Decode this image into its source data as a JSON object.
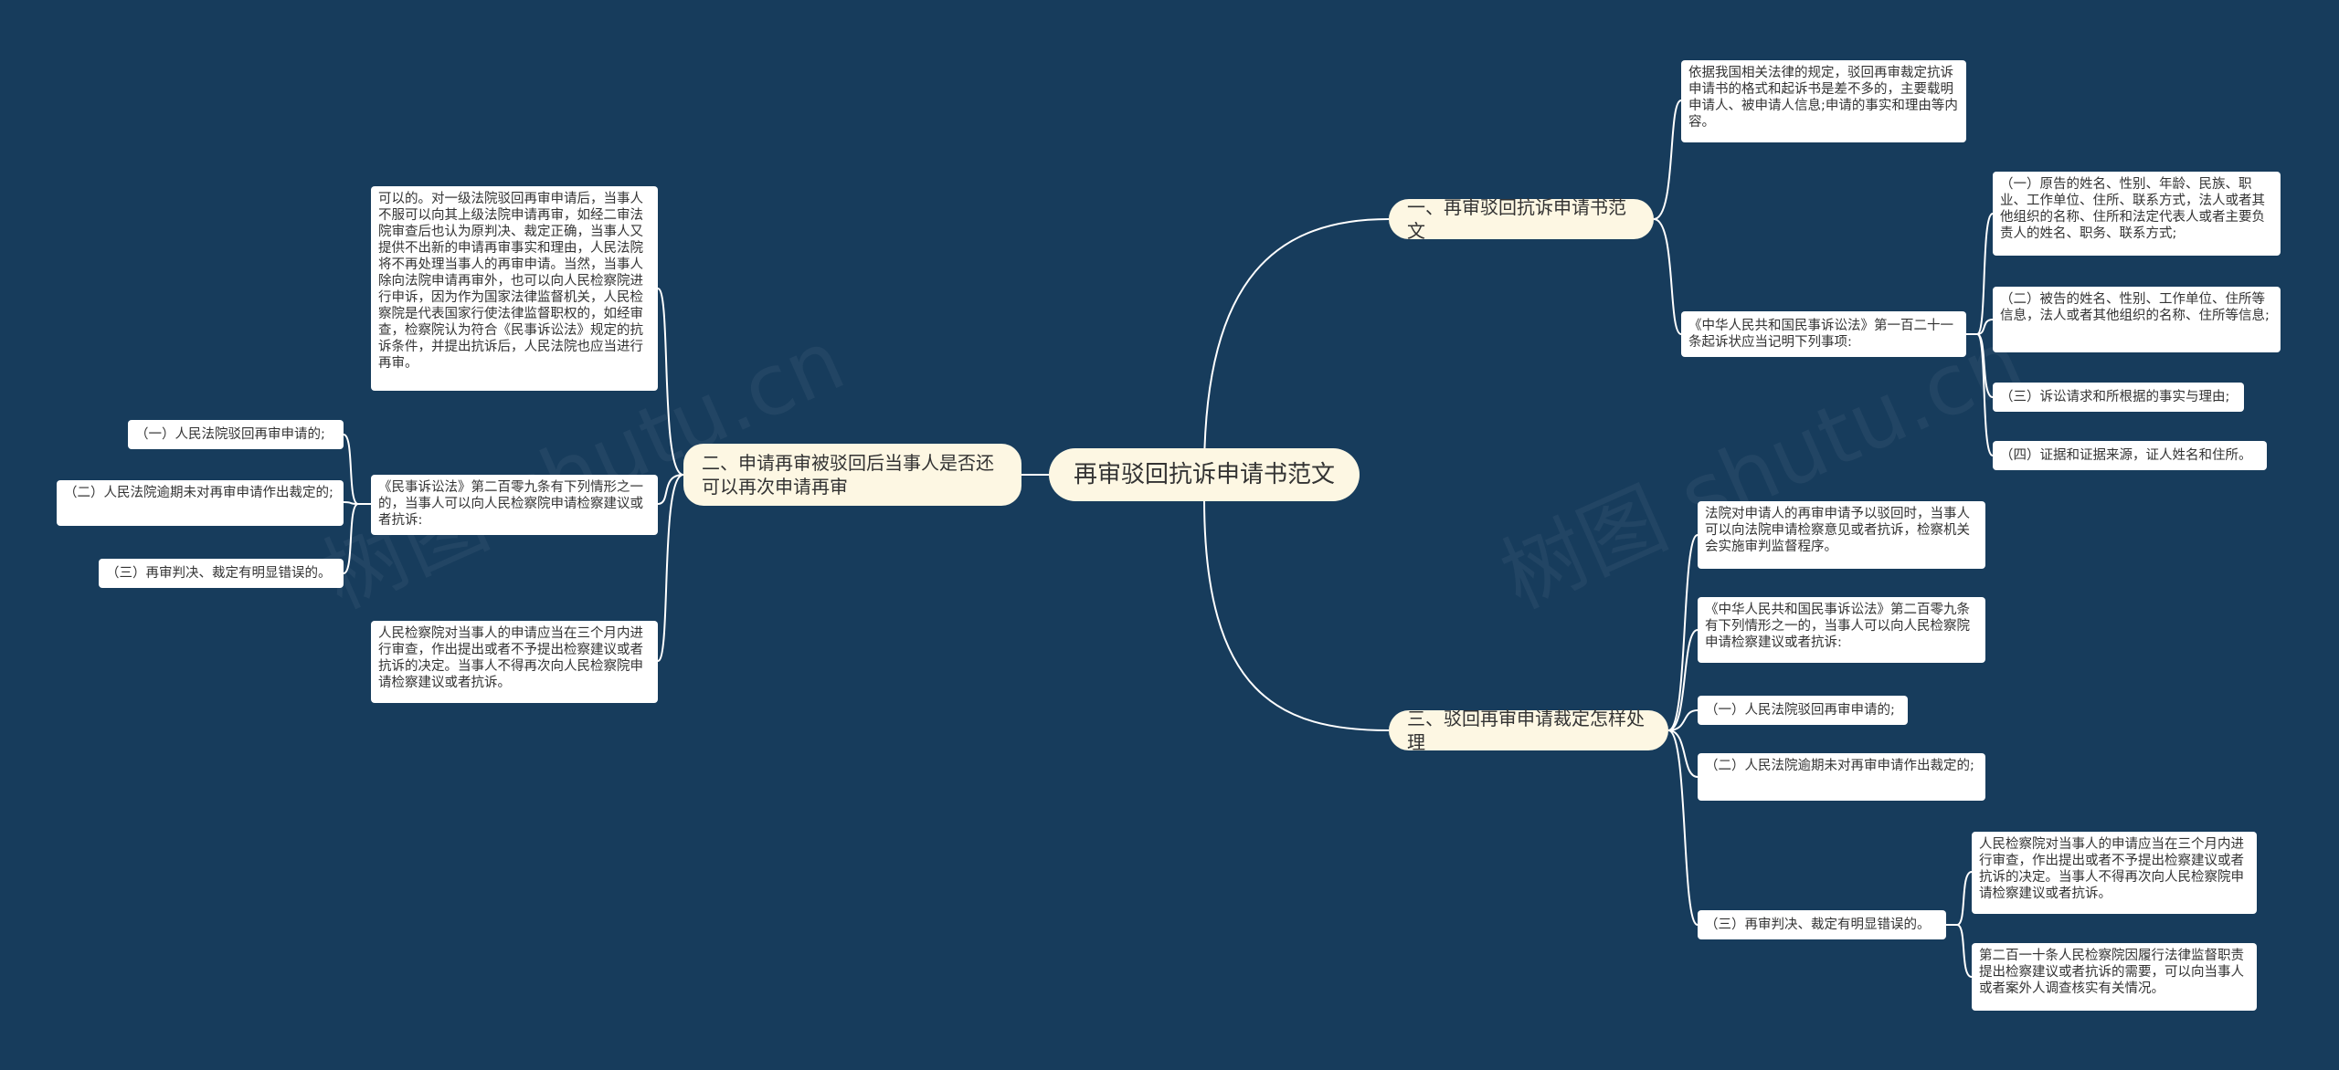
{
  "root": {
    "label": "再审驳回抗诉申请书范文"
  },
  "branch1": {
    "label": "一、再审驳回抗诉申请书范文",
    "intro": "依据我国相关法律的规定，驳回再审裁定抗诉申请书的格式和起诉书是差不多的，主要载明申请人、被申请人信息;申请的事实和理由等内容。",
    "law": "《中华人民共和国民事诉讼法》第一百二十一条起诉状应当记明下列事项:",
    "items": [
      "（一）原告的姓名、性别、年龄、民族、职业、工作单位、住所、联系方式，法人或者其他组织的名称、住所和法定代表人或者主要负责人的姓名、职务、联系方式;",
      "（二）被告的姓名、性别、工作单位、住所等信息，法人或者其他组织的名称、住所等信息;",
      "（三）诉讼请求和所根据的事实与理由;",
      "（四）证据和证据来源，证人姓名和住所。"
    ]
  },
  "branch2": {
    "label": "二、申请再审被驳回后当事人是否还可以再次申请再审",
    "p1": "可以的。对一级法院驳回再审申请后，当事人不服可以向其上级法院申请再审，如经二审法院审查后也认为原判决、裁定正确，当事人又提供不出新的申请再审事实和理由，人民法院将不再处理当事人的再审申请。当然，当事人除向法院申请再审外，也可以向人民检察院进行申诉，因为作为国家法律监督机关，人民检察院是代表国家行使法律监督职权的，如经审查，检察院认为符合《民事诉讼法》规定的抗诉条件，并提出抗诉后，人民法院也应当进行再审。",
    "law": "《民事诉讼法》第二百零九条有下列情形之一的，当事人可以向人民检察院申请检察建议或者抗诉:",
    "items": [
      "（一）人民法院驳回再审申请的;",
      "（二）人民法院逾期未对再审申请作出裁定的;",
      "（三）再审判决、裁定有明显错误的。"
    ],
    "p3": "人民检察院对当事人的申请应当在三个月内进行审查，作出提出或者不予提出检察建议或者抗诉的决定。当事人不得再次向人民检察院申请检察建议或者抗诉。"
  },
  "branch3": {
    "label": "三、驳回再审申请裁定怎样处理",
    "p1": "法院对申请人的再审申请予以驳回时，当事人可以向法院申请检察意见或者抗诉，检察机关会实施审判监督程序。",
    "law": "《中华人民共和国民事诉讼法》第二百零九条有下列情形之一的，当事人可以向人民检察院申请检察建议或者抗诉:",
    "items": [
      "（一）人民法院驳回再审申请的;",
      "（二）人民法院逾期未对再审申请作出裁定的;",
      "（三）再审判决、裁定有明显错误的。"
    ],
    "subs": [
      "人民检察院对当事人的申请应当在三个月内进行审查，作出提出或者不予提出检察建议或者抗诉的决定。当事人不得再次向人民检察院申请检察建议或者抗诉。",
      "第二百一十条人民检察院因履行法律监督职责提出检察建议或者抗诉的需要，可以向当事人或者案外人调查核实有关情况。"
    ]
  },
  "colors": {
    "background": "#173c5c",
    "line": "#ffffff",
    "root_fill": "#fdf7e3",
    "leaf_fill": "#ffffff",
    "text": "#333333"
  }
}
